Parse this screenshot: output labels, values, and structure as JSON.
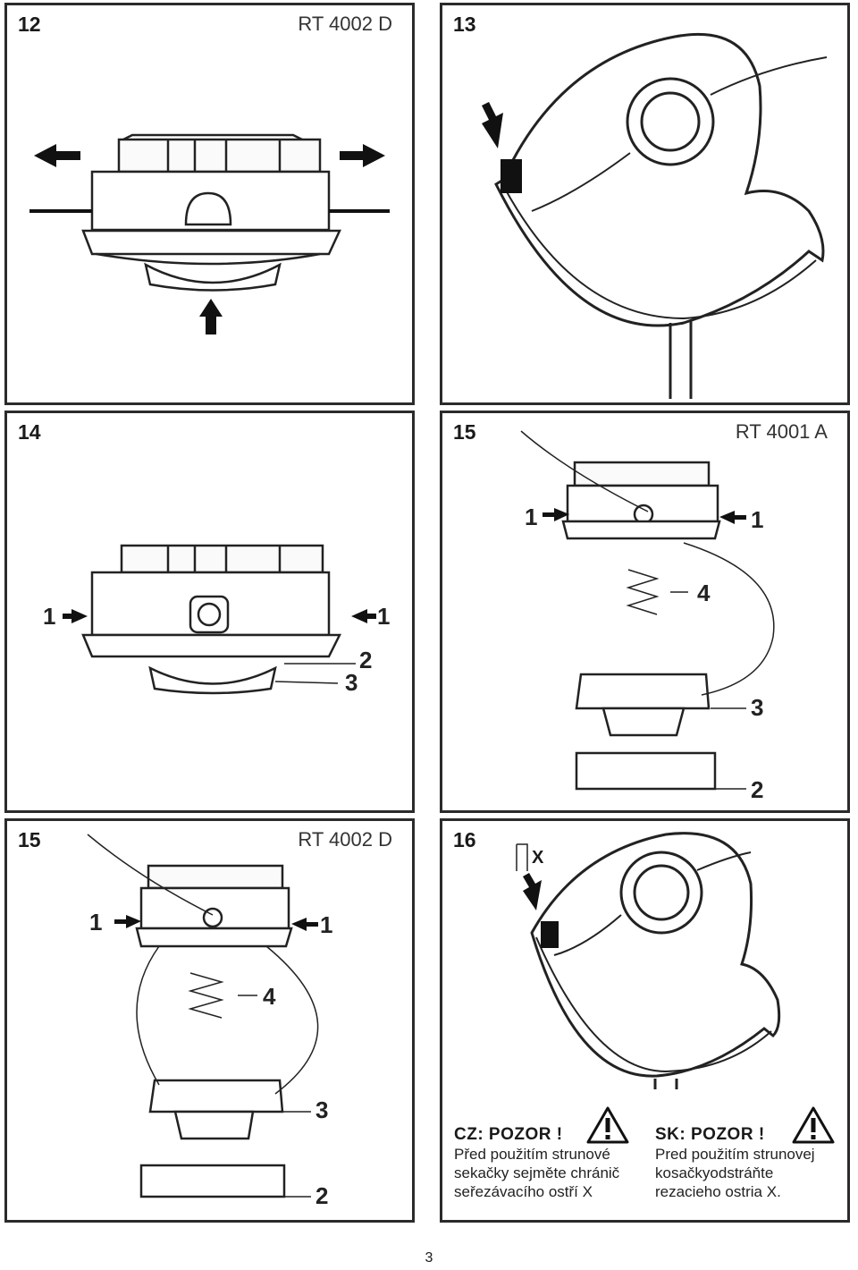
{
  "panels": [
    {
      "number": "12",
      "model": "RT 4002 D"
    },
    {
      "number": "13",
      "model": ""
    },
    {
      "number": "14",
      "model": ""
    },
    {
      "number": "15",
      "model": "RT 4001 A"
    },
    {
      "number": "15",
      "model": "RT 4002 D"
    },
    {
      "number": "16",
      "model": ""
    }
  ],
  "labels": {
    "p14": [
      "1",
      "1",
      "2",
      "3"
    ],
    "p15a": [
      "1",
      "1",
      "4",
      "3",
      "2"
    ],
    "p15b": [
      "1",
      "1",
      "4",
      "3",
      "2"
    ],
    "p16_x": "X"
  },
  "warnings": {
    "cz": {
      "title": "CZ:  POZOR !",
      "body": "Před použitím strunové\nsekačky sejměte chránič\nseřezávacího ostří X"
    },
    "sk": {
      "title": "SK:  POZOR !",
      "body": "Pred použitím strunovej\nkosačkyodstráňte\nrezacieho ostria X."
    }
  },
  "page_number": "3"
}
